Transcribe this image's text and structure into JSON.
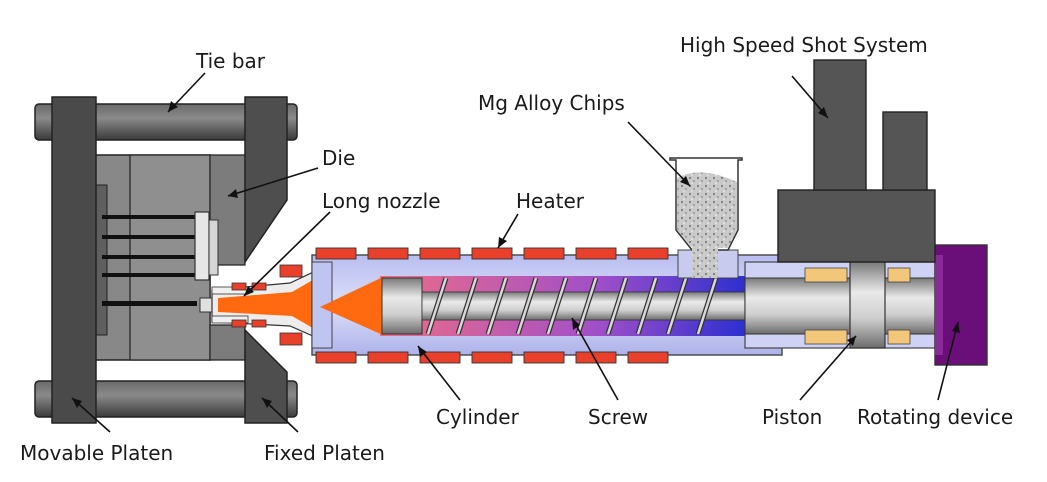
{
  "labels": {
    "tie_bar": "Tie bar",
    "die": "Die",
    "long_nozzle": "Long nozzle",
    "heater": "Heater",
    "mg_alloy_chips": "Mg Alloy Chips",
    "high_speed_shot_system": "High Speed Shot System",
    "movable_platen": "Movable Platen",
    "fixed_platen": "Fixed Platen",
    "cylinder": "Cylinder",
    "screw": "Screw",
    "piston": "Piston",
    "rotating_device": "Rotating device"
  },
  "colors": {
    "platen": "#4b4b4b",
    "die": "#808080",
    "heater": "#e8402a",
    "cylinder_body": "#c8cbee",
    "melt_gradient_start": "#e05a7a",
    "melt_gradient_end": "#3030c8",
    "screw": "#b8b8b8",
    "rotating_device": "#6a0f7a",
    "piston_ring": "#f2c77a",
    "molten_metal": "#ff6a10"
  }
}
